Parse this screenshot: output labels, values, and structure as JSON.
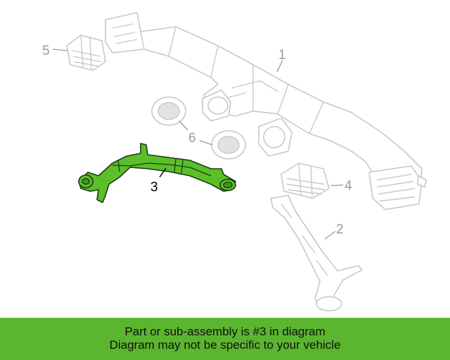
{
  "diagram": {
    "callouts": {
      "c1": "1",
      "c2": "2",
      "c3": "3",
      "c4": "4",
      "c5": "5",
      "c6": "6"
    },
    "highlight_color": "#5bbf2a",
    "ghost_color": "#c8c8c8"
  },
  "banner": {
    "line1": "Part or sub-assembly is #3 in diagram",
    "line2": "Diagram may not be specific to your vehicle",
    "background": "#5bb52f"
  }
}
